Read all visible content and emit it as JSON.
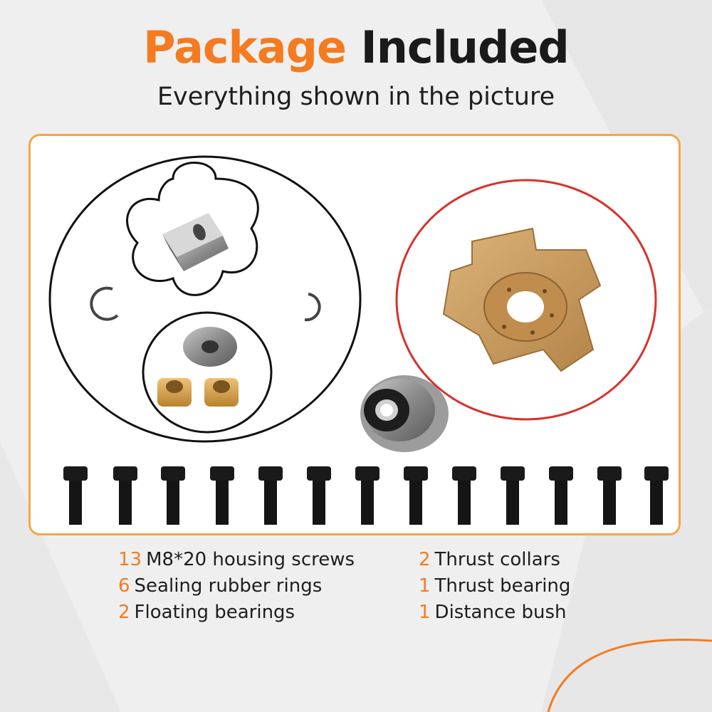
{
  "header": {
    "title_accent": "Package",
    "title_rest": "Included",
    "subtitle": "Everything shown in the picture"
  },
  "items_left": [
    {
      "count": "13",
      "label": "M8*20 housing screws"
    },
    {
      "count": "6",
      "label": "Sealing rubber rings"
    },
    {
      "count": "2",
      "label": "Floating bearings"
    }
  ],
  "items_right": [
    {
      "count": "2",
      "label": "Thrust collars"
    },
    {
      "count": "1",
      "label": "Thrust bearing"
    },
    {
      "count": "1",
      "label": "Distance bush"
    }
  ],
  "colors": {
    "accent": "#f47b20",
    "panel_border": "#f6a54b",
    "red_ring": "#d8312a",
    "thrust_bearing": "#c89a5a",
    "brass": "#d6a14e"
  },
  "icons": [
    "screw-icon",
    "o-ring-icon",
    "snap-ring-icon",
    "thrust-bearing-icon",
    "thrust-collar-icon",
    "floating-bearing-icon",
    "distance-bush-icon"
  ]
}
